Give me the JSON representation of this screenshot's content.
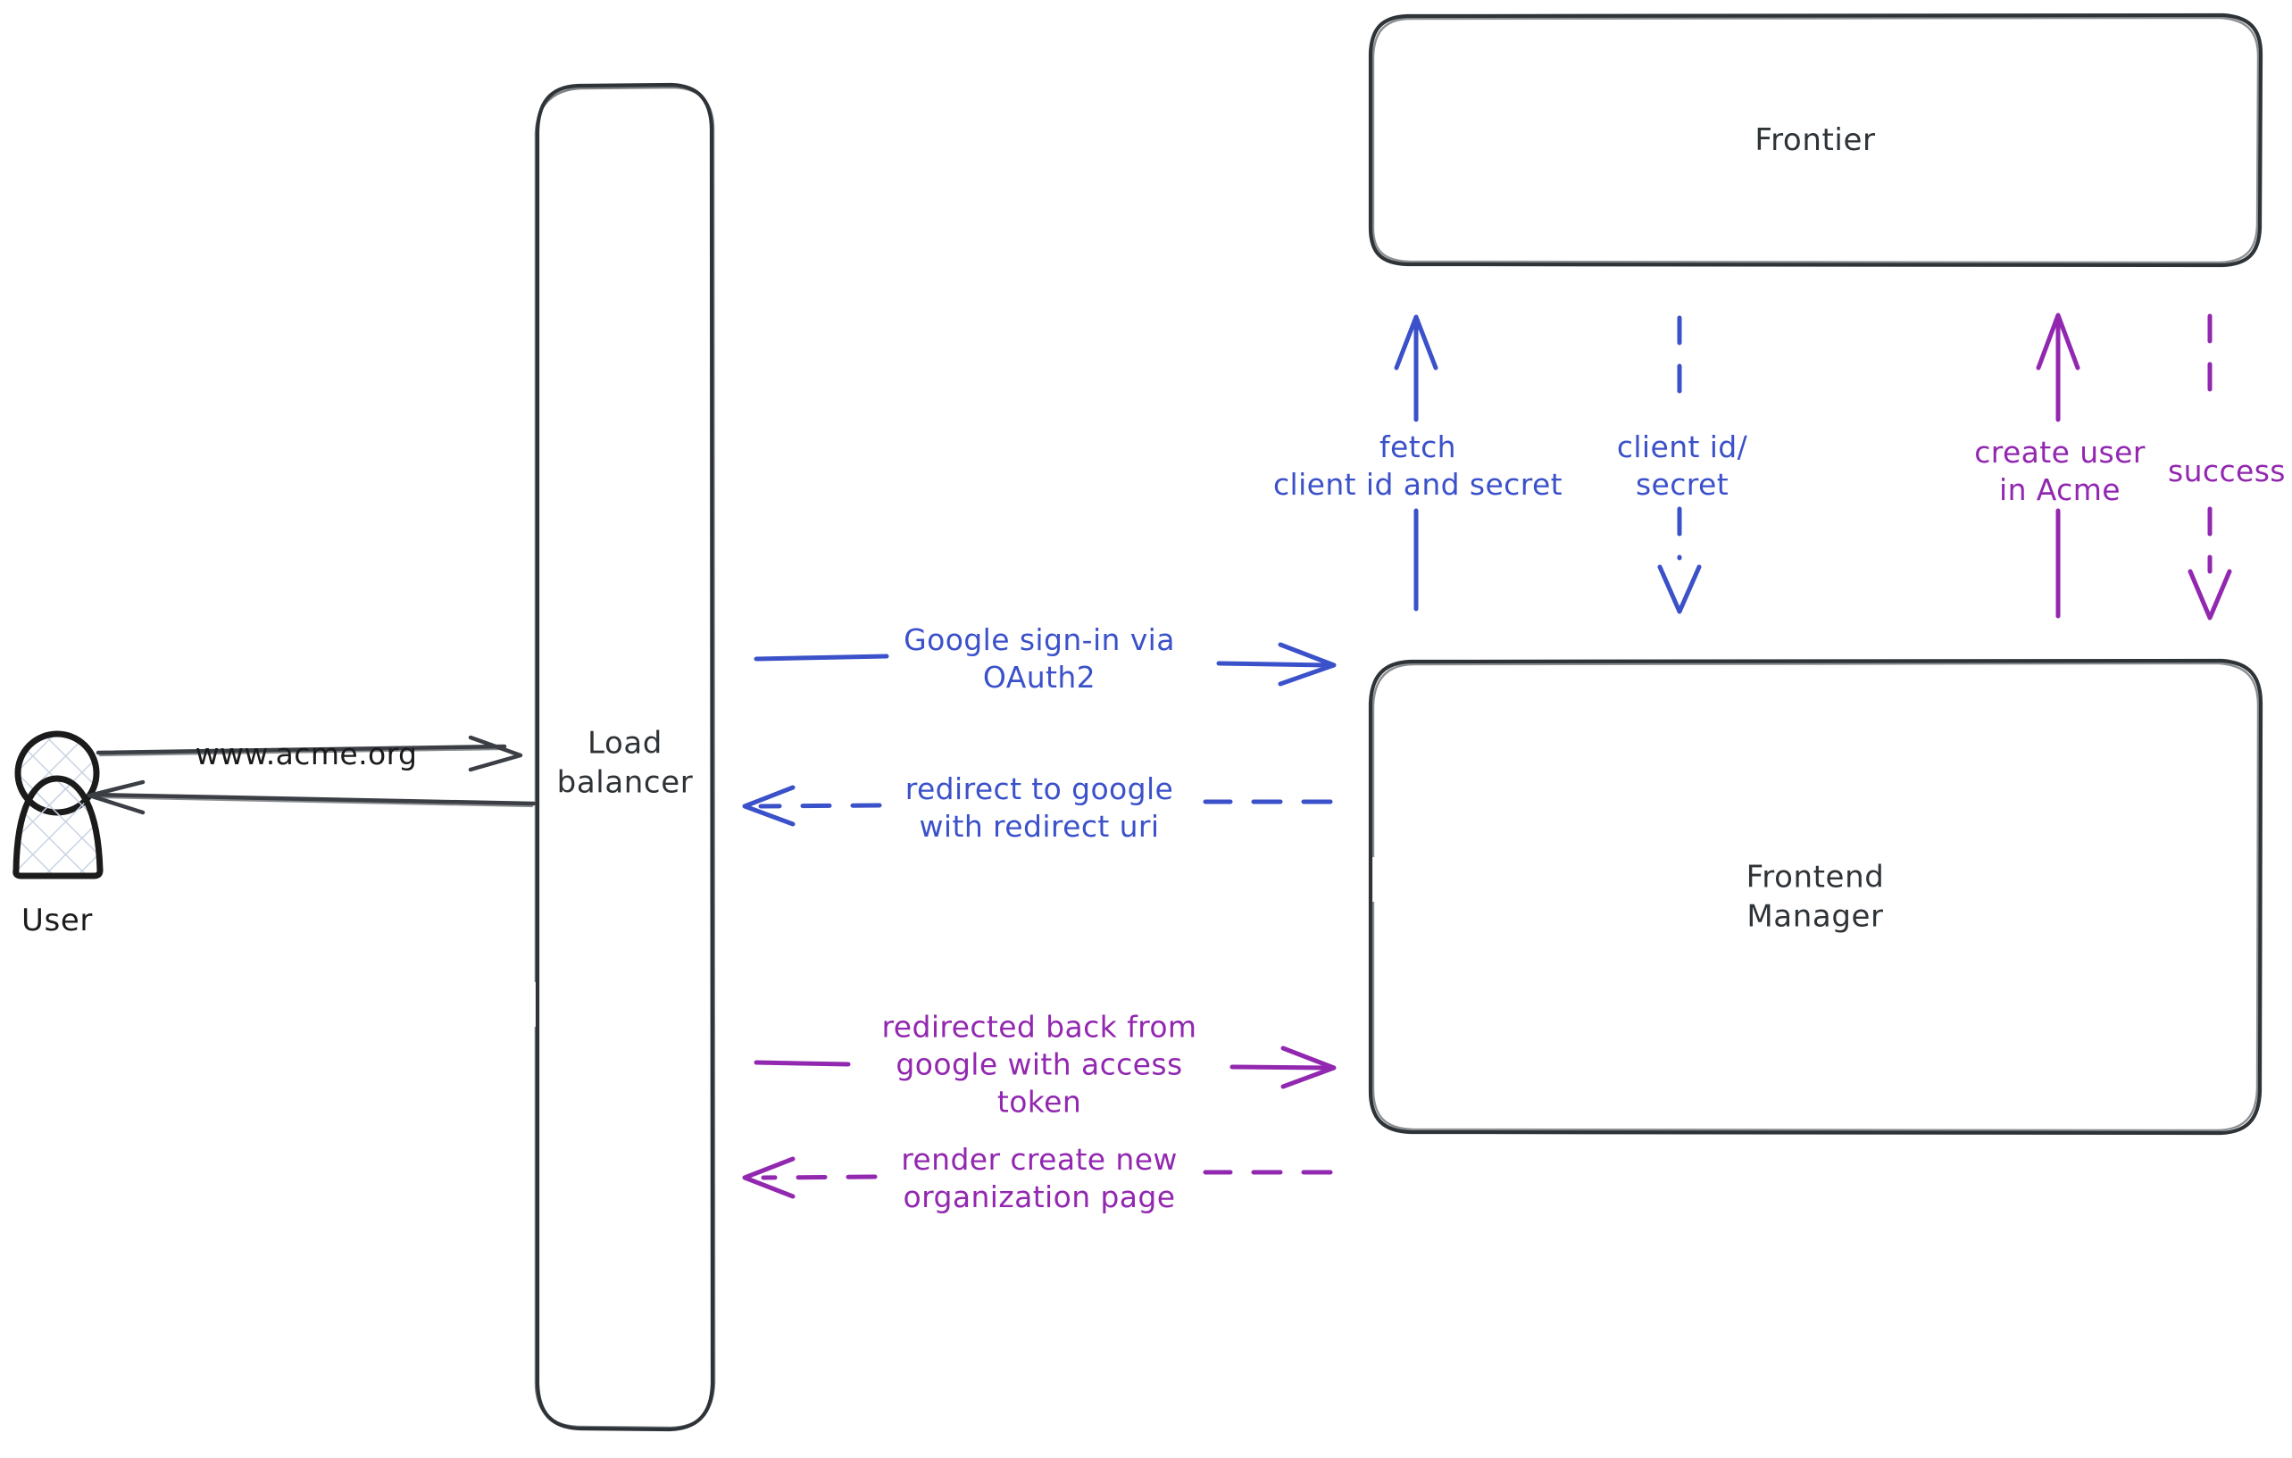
{
  "diagram": {
    "type": "architecture-sequence-diagram",
    "background": "#ffffff",
    "colors": {
      "stroke_dark": "#2E3338",
      "blue": "#3B51C9",
      "purple": "#9227B0",
      "actor_fill_hatch": "#c9d4e3"
    }
  },
  "actors": [
    {
      "id": "user",
      "name": "user-actor",
      "label": "User",
      "shape": "person-icon-hatched"
    }
  ],
  "nodes": [
    {
      "id": "load_balancer",
      "name": "load-balancer-node",
      "label": "Load\nbalancer",
      "shape": "rounded-rectangle"
    },
    {
      "id": "frontier",
      "name": "frontier-node",
      "label": "Frontier",
      "shape": "rounded-rectangle"
    },
    {
      "id": "frontend_manager",
      "name": "frontend-manager-node",
      "label": "Frontend\nManager",
      "shape": "rounded-rectangle"
    }
  ],
  "edges": [
    {
      "id": "user_to_lb",
      "name": "edge-user-to-load-balancer",
      "label": "www.acme.org",
      "from": "user",
      "to": "load_balancer",
      "style": "solid",
      "color": "#2E3338",
      "direction": "right"
    },
    {
      "id": "lb_to_user",
      "name": "edge-load-balancer-to-user",
      "label": "",
      "from": "load_balancer",
      "to": "user",
      "style": "solid",
      "color": "#2E3338",
      "direction": "left"
    },
    {
      "id": "lb_to_fm_signin",
      "name": "edge-google-signin",
      "label": "Google sign-in via\nOAuth2",
      "from": "load_balancer",
      "to": "frontend_manager",
      "style": "solid",
      "color": "#3B51C9",
      "direction": "right"
    },
    {
      "id": "fm_to_lb_redirect",
      "name": "edge-redirect-to-google",
      "label": "redirect to google\nwith redirect uri",
      "from": "frontend_manager",
      "to": "load_balancer",
      "style": "dashed",
      "color": "#3B51C9",
      "direction": "left"
    },
    {
      "id": "lb_to_fm_token",
      "name": "edge-redirected-back-with-token",
      "label": "redirected back from\ngoogle with access\ntoken",
      "from": "load_balancer",
      "to": "frontend_manager",
      "style": "solid",
      "color": "#9227B0",
      "direction": "right"
    },
    {
      "id": "fm_to_lb_render",
      "name": "edge-render-create-org-page",
      "label": "render create new\norganization page",
      "from": "frontend_manager",
      "to": "load_balancer",
      "style": "dashed",
      "color": "#9227B0",
      "direction": "left"
    },
    {
      "id": "fm_to_frontier_fetch",
      "name": "edge-fetch-client-id-secret",
      "label": "fetch\nclient id and secret",
      "from": "frontend_manager",
      "to": "frontier",
      "style": "solid",
      "color": "#3B51C9",
      "direction": "up"
    },
    {
      "id": "frontier_to_fm_secret",
      "name": "edge-client-id-secret",
      "label": "client id/\nsecret",
      "from": "frontier",
      "to": "frontend_manager",
      "style": "dashed",
      "color": "#3B51C9",
      "direction": "down"
    },
    {
      "id": "fm_to_frontier_create",
      "name": "edge-create-user-in-acme",
      "label": "create user\nin Acme",
      "from": "frontend_manager",
      "to": "frontier",
      "style": "solid",
      "color": "#9227B0",
      "direction": "up"
    },
    {
      "id": "frontier_to_fm_success",
      "name": "edge-success",
      "label": "success",
      "from": "frontier",
      "to": "frontend_manager",
      "style": "dashed",
      "color": "#9227B0",
      "direction": "down"
    }
  ]
}
